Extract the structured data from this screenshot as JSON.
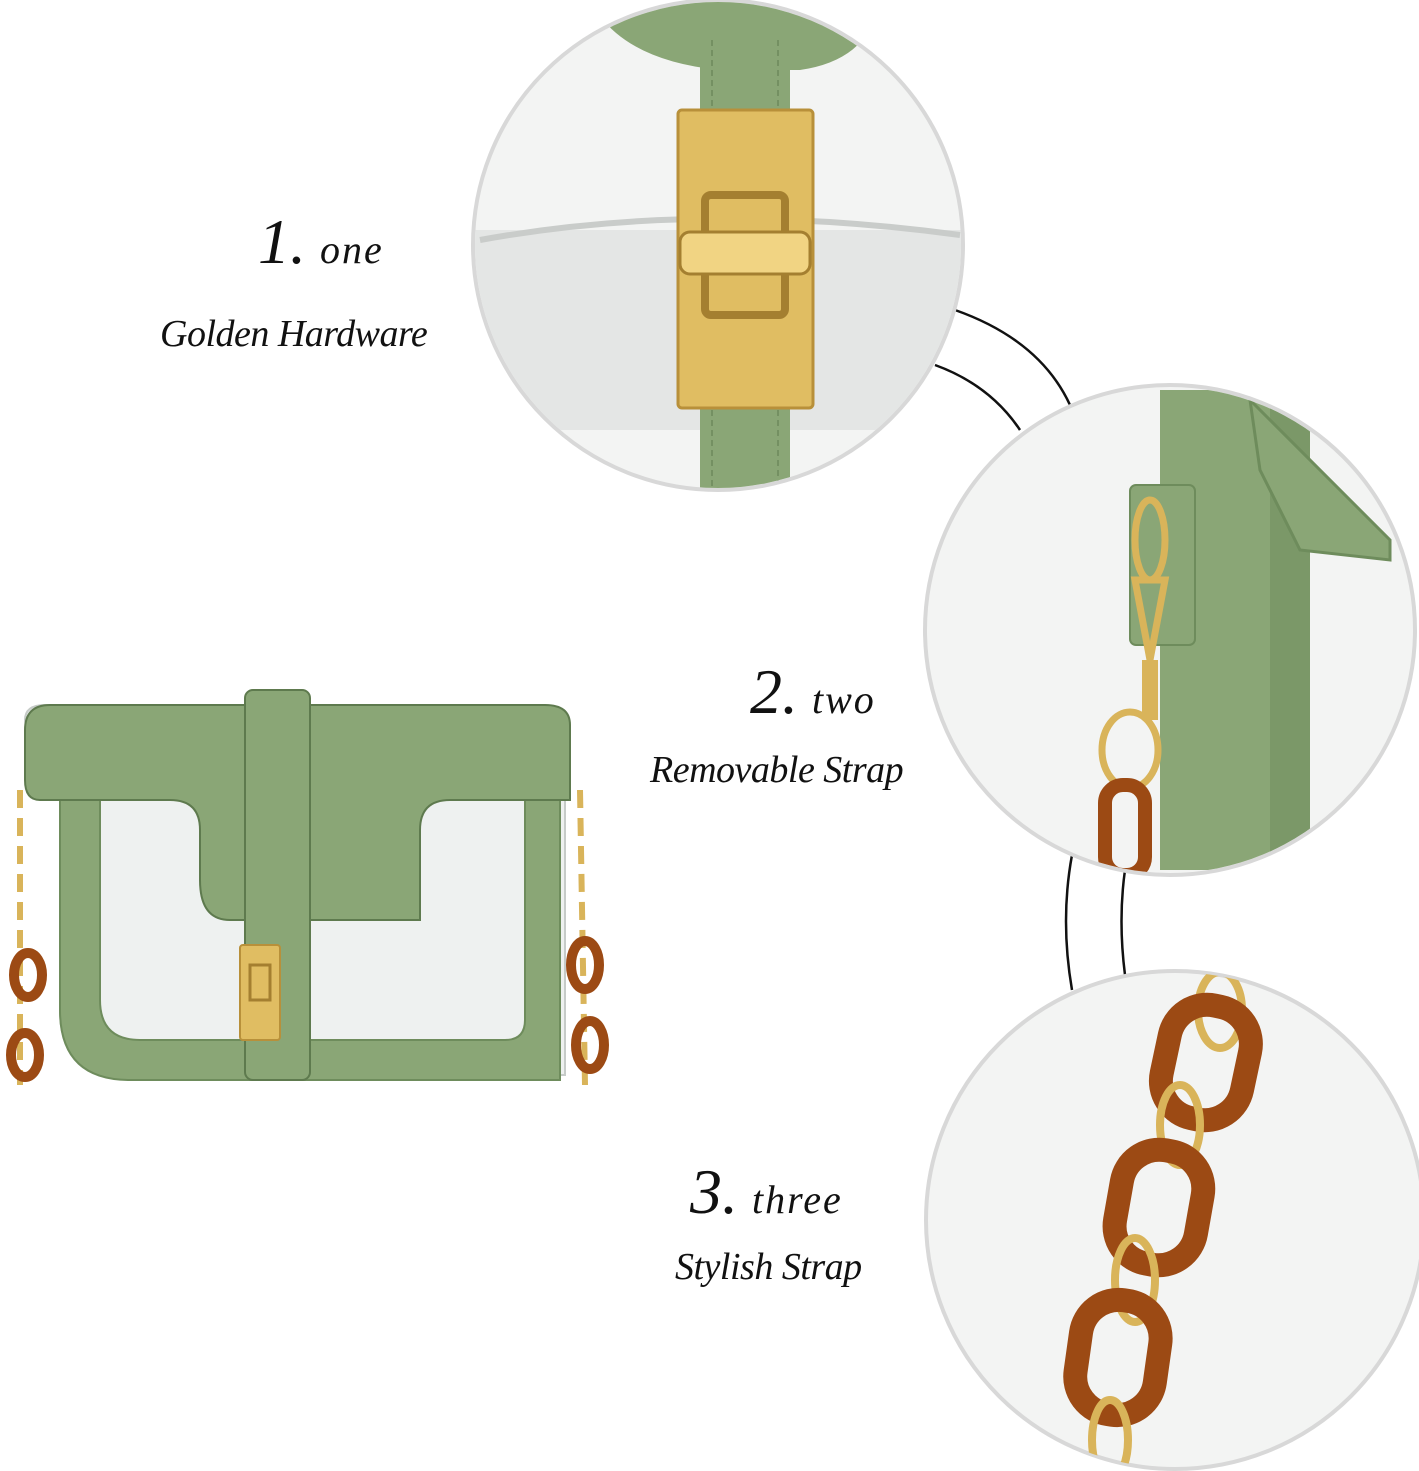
{
  "features": [
    {
      "number": "1.",
      "word": "one",
      "title": "Golden Hardware"
    },
    {
      "number": "2.",
      "word": "two",
      "title": "Removable Strap"
    },
    {
      "number": "3.",
      "word": "three",
      "title": "Stylish Strap"
    }
  ],
  "colors": {
    "bag_green": "#8aa676",
    "bag_green_dark": "#6e8c5c",
    "gold": "#d9b45a",
    "tortoise": "#9c4a14",
    "circle_border": "#d8d8d8",
    "connector": "#111111"
  }
}
